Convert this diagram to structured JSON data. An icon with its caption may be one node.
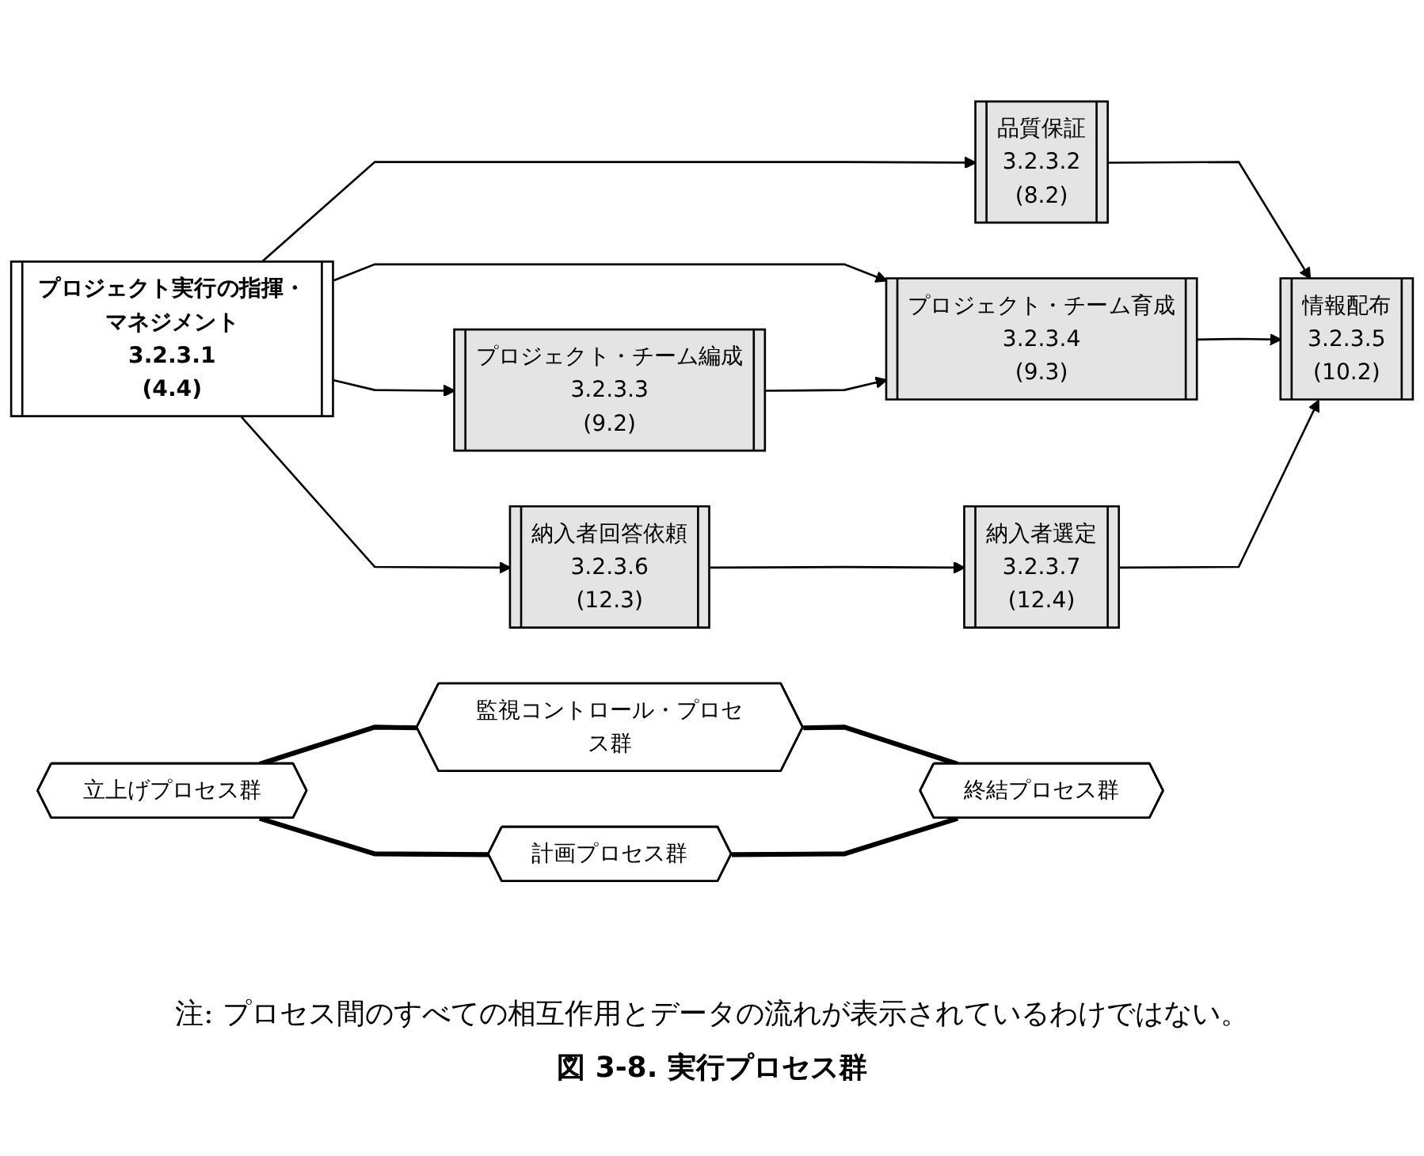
{
  "diagram": {
    "caption": "図 3-8. 実行プロセス群",
    "nodes": [
      {
        "text": [
          "立上げプロセス群"
        ]
      },
      {
        "text": [
          "計画プロセス群"
        ]
      },
      {
        "text": [
          "プロジェクト実行の指揮・マネジメント",
          "3.2.3.1",
          "(4.4)"
        ]
      },
      {
        "text": [
          "品質保証",
          "3.2.3.2",
          "(8.2)"
        ]
      },
      {
        "text": [
          "プロジェクト・チーム編成",
          "3.2.3.3",
          "(9.2)"
        ]
      },
      {
        "text": [
          "プロジェクト・チーム育成",
          "3.2.3.4",
          "(9.3)"
        ]
      },
      {
        "text": [
          "納入者回答依頼",
          "3.2.3.6",
          "(12.3)"
        ]
      },
      {
        "text": [
          "情報配布",
          "3.2.3.5",
          "(10.2)"
        ]
      },
      {
        "text": [
          "納入者選定",
          "3.2.3.7",
          "(12.4)"
        ]
      },
      {
        "text": [
          "監視コントロール・プロセス群"
        ]
      },
      {
        "text": [
          "終結プロセス群"
        ]
      }
    ],
    "edges": [
      {
        "from": 2,
        "to": 3,
        "arrow": "to"
      },
      {
        "from": 2,
        "to": 4,
        "arrow": "to"
      },
      {
        "from": 2,
        "to": 5,
        "arrow": "to"
      },
      {
        "from": 2,
        "to": 6,
        "arrow": "to"
      },
      {
        "from": 3,
        "to": 7,
        "arrow": "to"
      },
      {
        "from": 4,
        "to": 5,
        "arrow": "to"
      },
      {
        "from": 5,
        "to": 7,
        "arrow": "to"
      },
      {
        "from": 6,
        "to": 8,
        "arrow": "to"
      },
      {
        "from": 8,
        "to": 7,
        "arrow": "to"
      },
      {
        "from": 0,
        "to": 9,
        "arrow": "none",
        "style": "thick"
      },
      {
        "from": 0,
        "to": 1,
        "arrow": "none",
        "style": "thick"
      },
      {
        "from": 9,
        "to": 10,
        "arrow": "none",
        "style": "thick"
      },
      {
        "from": 1,
        "to": 10,
        "arrow": "none",
        "style": "thick"
      }
    ],
    "labels": [
      "注: プロセス間のすべての相互作用とデータの流れが表示されているわけではない。"
    ]
  }
}
